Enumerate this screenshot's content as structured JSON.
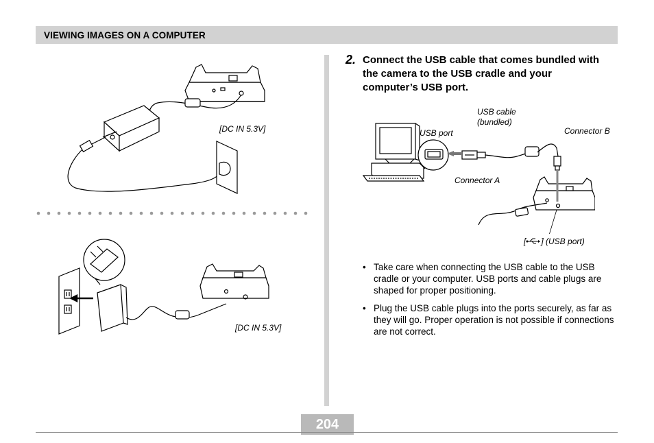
{
  "header": {
    "title": "VIEWING IMAGES ON A COMPUTER"
  },
  "step": {
    "number": "2.",
    "text": "Connect the USB cable that comes bundled with the camera to the USB cradle and your computer’s USB port."
  },
  "figures": {
    "adapter_top": {
      "label": "[DC IN 5.3V]"
    },
    "adapter_bottom": {
      "label": "[DC IN 5.3V]"
    },
    "usb": {
      "usb_port": "USB port",
      "usb_cable_line1": "USB cable",
      "usb_cable_line2": "(bundled)",
      "connector_b": "Connector B",
      "connector_a": "Connector A",
      "usb_port_cradle_prefix": "[",
      "usb_port_cradle_suffix": "] (USB port)"
    }
  },
  "bullets": [
    "Take care when connecting the USB cable to the USB cradle or your computer. USB ports and cable plugs are shaped for proper positioning.",
    "Plug the USB cable plugs into the ports securely, as far as they will go. Proper operation is not possible if connections are not correct."
  ],
  "page_number": "204"
}
